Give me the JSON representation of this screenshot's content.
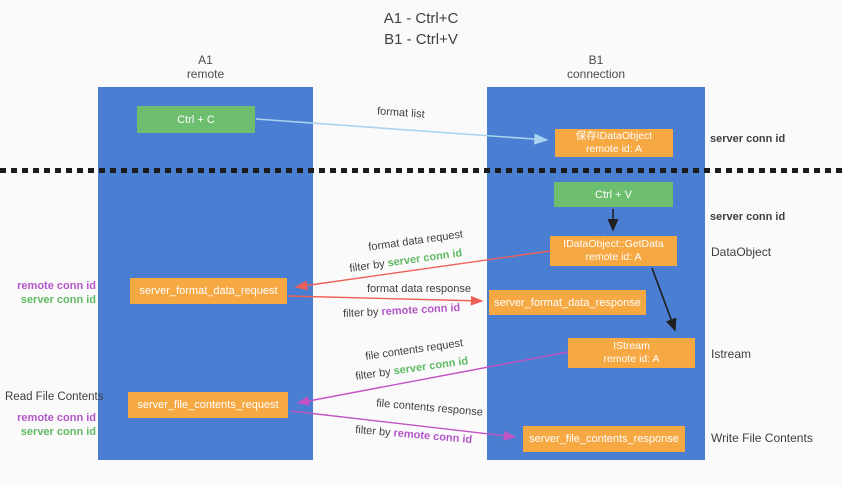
{
  "title": {
    "line1": "A1 - Ctrl+C",
    "line2": "B1 - Ctrl+V"
  },
  "columns": {
    "left": {
      "name": "A1",
      "subtitle": "remote"
    },
    "right": {
      "name": "B1",
      "subtitle": "connection"
    }
  },
  "nodes": {
    "ctrl_c": {
      "label": "Ctrl + C"
    },
    "ctrl_v": {
      "label": "Ctrl + V"
    },
    "save_dataobject": {
      "line1": "保存IDataObject",
      "line2": "remote id: A"
    },
    "getdata": {
      "line1": "IDataObject::GetData",
      "line2": "remote id: A"
    },
    "istream": {
      "line1": "IStream",
      "line2": "remote id: A"
    },
    "format_request": {
      "label": "server_format_data_request"
    },
    "format_response": {
      "label": "server_format_data_response"
    },
    "file_request": {
      "label": "server_file_contents_request"
    },
    "file_response": {
      "label": "server_file_contents_response"
    }
  },
  "arrow_labels": {
    "format_list": "format list",
    "format_data_request": "format data request",
    "format_data_response": "format data response",
    "file_contents_request": "file contents request",
    "file_contents_response": "file contents response",
    "filter_by": "filter by",
    "server_conn_id": "server conn id",
    "remote_conn_id": "remote conn id"
  },
  "annotations": {
    "right_server_conn_id_1": "server conn id",
    "right_server_conn_id_2": "server conn id",
    "dataobject": "DataObject",
    "istream": "Istream",
    "write_file_contents": "Write File Contents",
    "read_file_contents": "Read File Contents",
    "left_remote_conn_id_1": "remote conn id",
    "left_server_conn_id_1": "server conn id",
    "left_remote_conn_id_2": "remote conn id",
    "left_server_conn_id_2": "server conn id"
  },
  "colors": {
    "column_blue": "#4a7ed2",
    "node_green": "#6dbe6e",
    "node_orange": "#f6a843",
    "green_text": "#5fba63",
    "purple_text": "#b355c8",
    "arrow_lightblue": "#a9d4ef",
    "arrow_red": "#ee6055",
    "arrow_magenta": "#c253c2",
    "arrow_black": "#1f1f1f"
  }
}
